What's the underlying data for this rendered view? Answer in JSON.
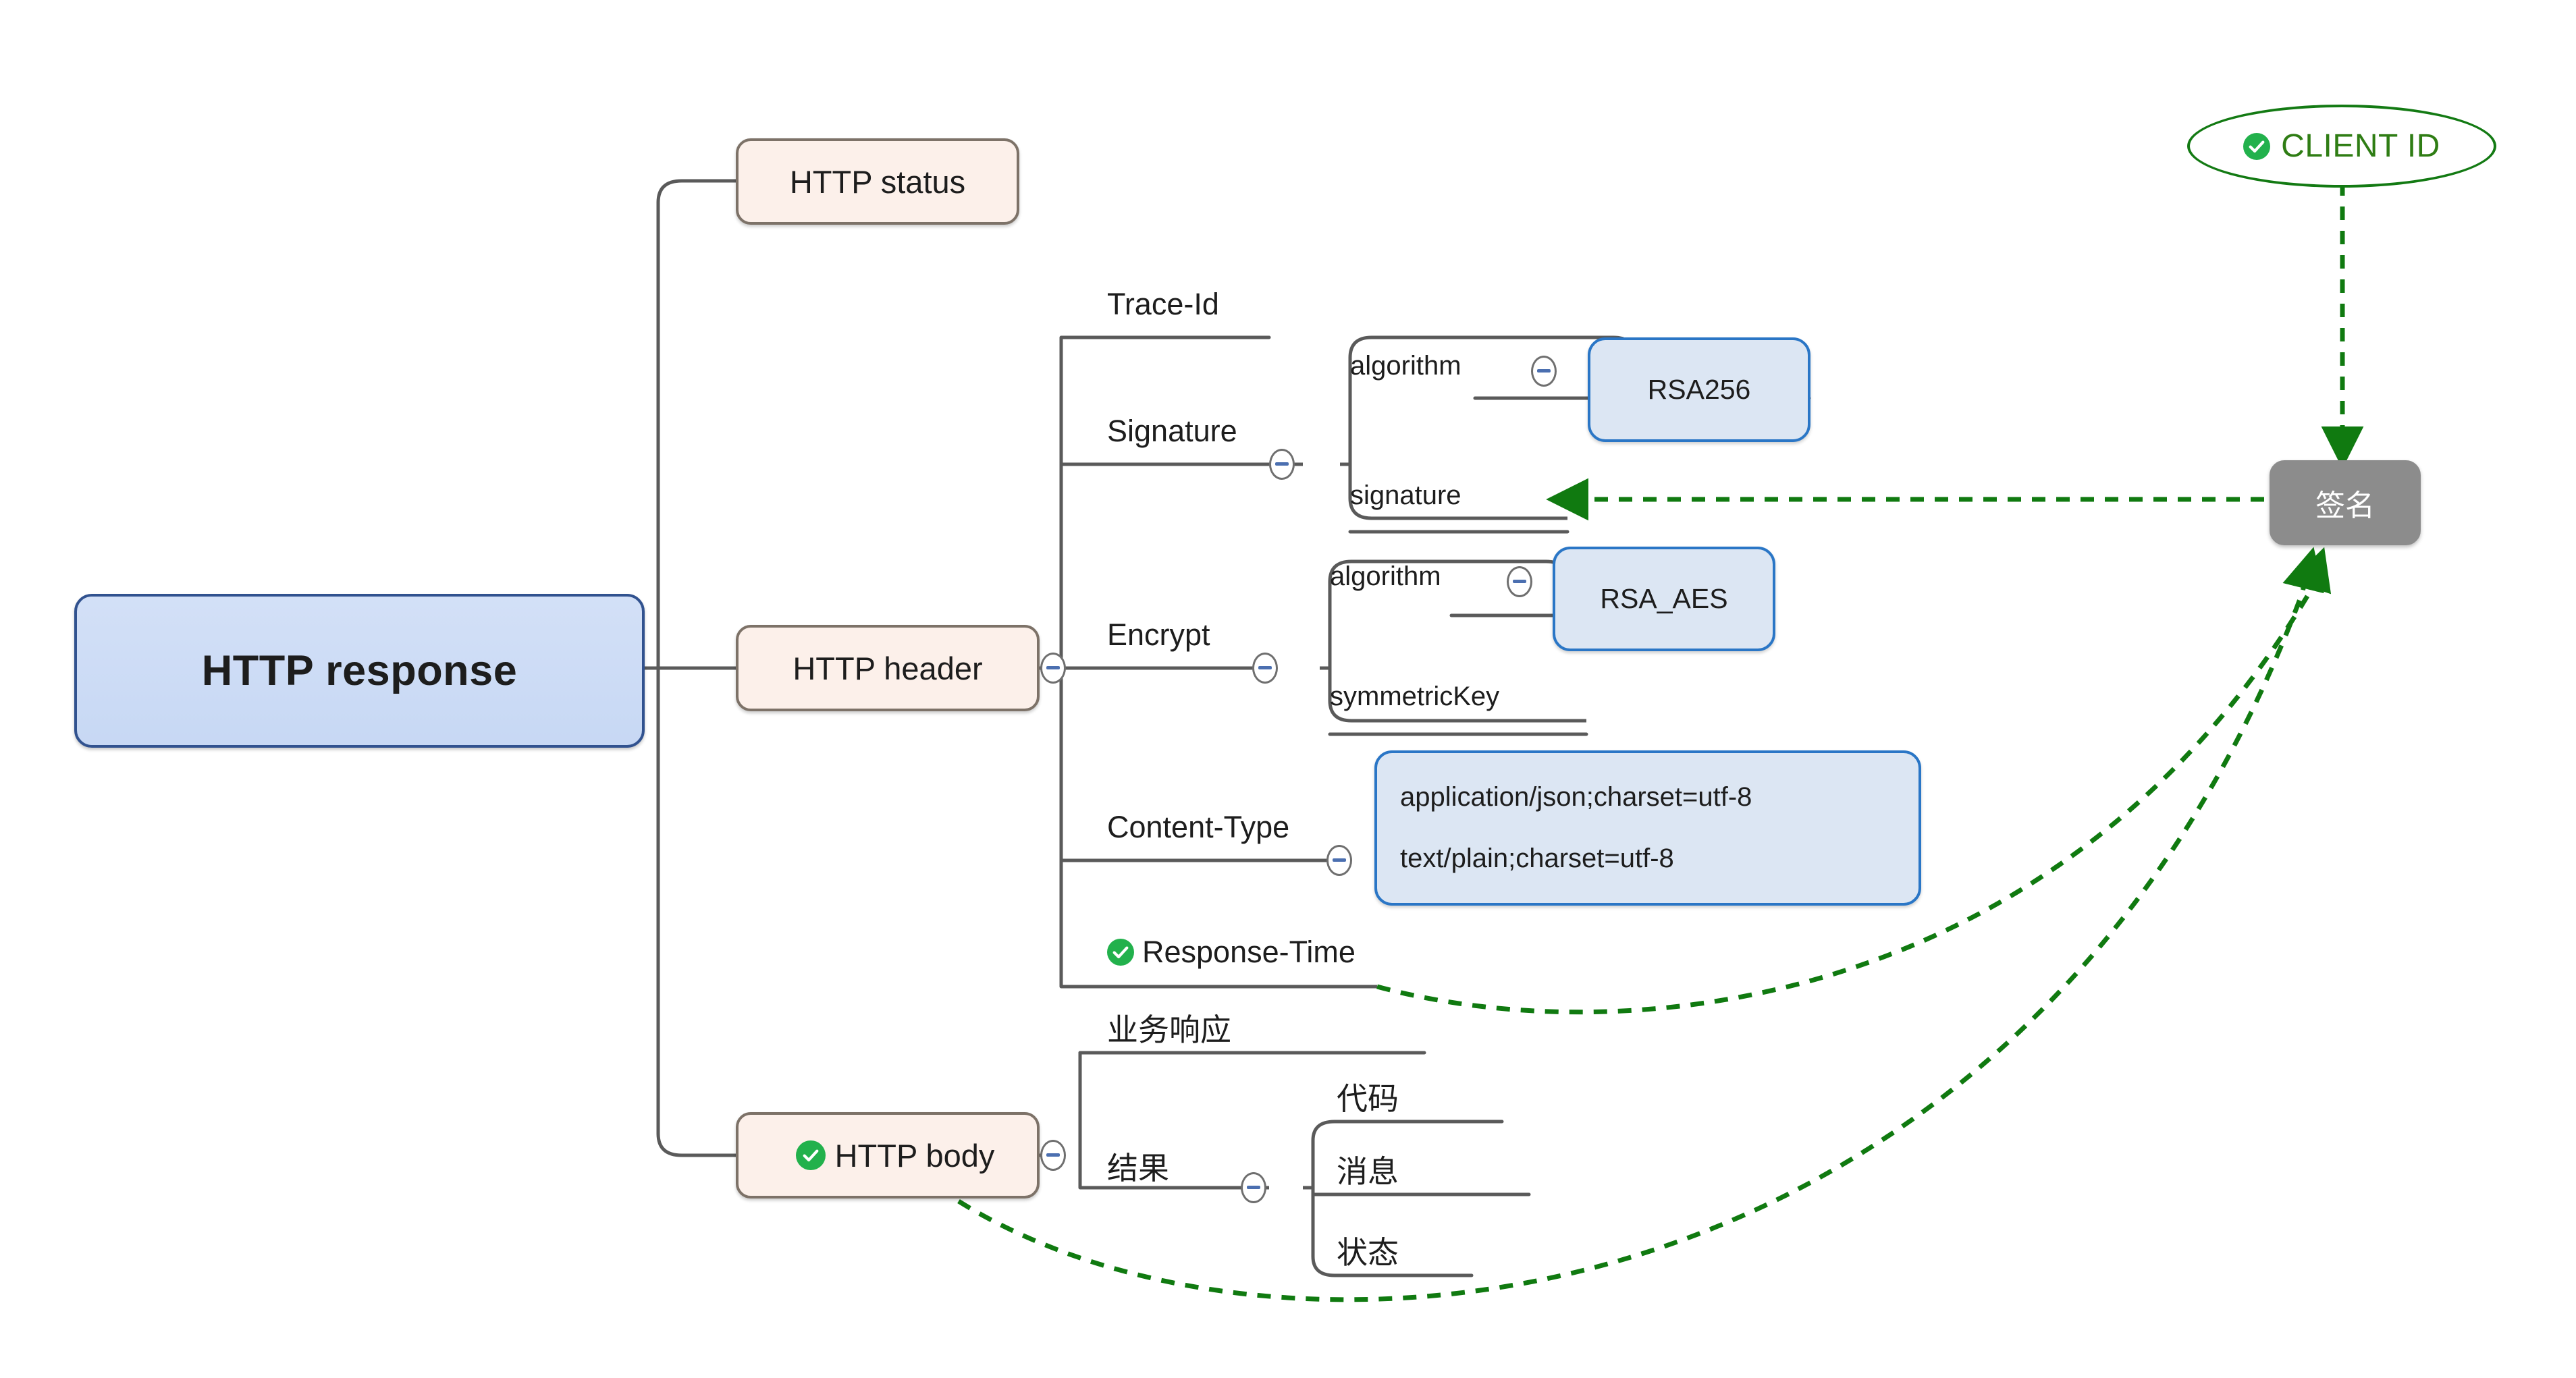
{
  "diagram": {
    "title": "HTTP response mind map",
    "colors": {
      "root_fill": "#ced9f2",
      "root_border": "#31528f",
      "branch_fill": "#fcf0ea",
      "branch_border": "#7d7268",
      "value_fill": "#dce6f3",
      "value_border": "#2a76c6",
      "connector": "#5a5a5a",
      "relation_green": "#107a10",
      "check_green": "#22b14c",
      "gray_node": "#8c8c8c",
      "toggle_minus": "#4b6fb0"
    },
    "root": {
      "label": "HTTP response"
    },
    "branches": [
      {
        "label": "HTTP status",
        "has_toggle": false,
        "has_check": false
      },
      {
        "label": "HTTP header",
        "has_toggle": true,
        "has_check": false
      },
      {
        "label": "HTTP body",
        "has_toggle": true,
        "has_check": true
      }
    ],
    "header_children": [
      {
        "label": "Trace-Id",
        "has_toggle": false,
        "has_check": false
      },
      {
        "label": "Signature",
        "has_toggle": true,
        "has_check": false
      },
      {
        "label": "Encrypt",
        "has_toggle": true,
        "has_check": false
      },
      {
        "label": "Content-Type",
        "has_toggle": true,
        "has_check": false
      },
      {
        "label": "Response-Time",
        "has_toggle": false,
        "has_check": true
      }
    ],
    "signature_children": [
      {
        "label": "algorithm",
        "has_toggle": true
      },
      {
        "label": "signature",
        "has_toggle": false
      }
    ],
    "signature_algorithm_value": "RSA256",
    "encrypt_children": [
      {
        "label": "algorithm",
        "has_toggle": true
      },
      {
        "label": "symmetricKey",
        "has_toggle": false
      }
    ],
    "encrypt_algorithm_value": "RSA_AES",
    "content_type_values": [
      "application/json;charset=utf-8",
      "text/plain;charset=utf-8"
    ],
    "body_children": [
      {
        "label": "业务响应",
        "has_toggle": false
      },
      {
        "label": "结果",
        "has_toggle": true
      }
    ],
    "result_children": [
      "代码",
      "消息",
      "状态"
    ],
    "floating_nodes": [
      {
        "label": "CLIENT ID",
        "shape": "ellipse",
        "has_check": true
      },
      {
        "label": "签名",
        "shape": "rounded-rect",
        "has_check": false
      }
    ],
    "relations": [
      {
        "from": "CLIENT ID",
        "to": "签名",
        "style": "dashed",
        "arrow": "end"
      },
      {
        "from": "签名",
        "to": "signature",
        "style": "dashed",
        "arrow": "end"
      },
      {
        "from": "Response-Time",
        "to": "签名",
        "style": "dashed",
        "arrow": "end"
      },
      {
        "from": "HTTP body",
        "to": "签名",
        "style": "dashed",
        "arrow": "end"
      }
    ]
  }
}
